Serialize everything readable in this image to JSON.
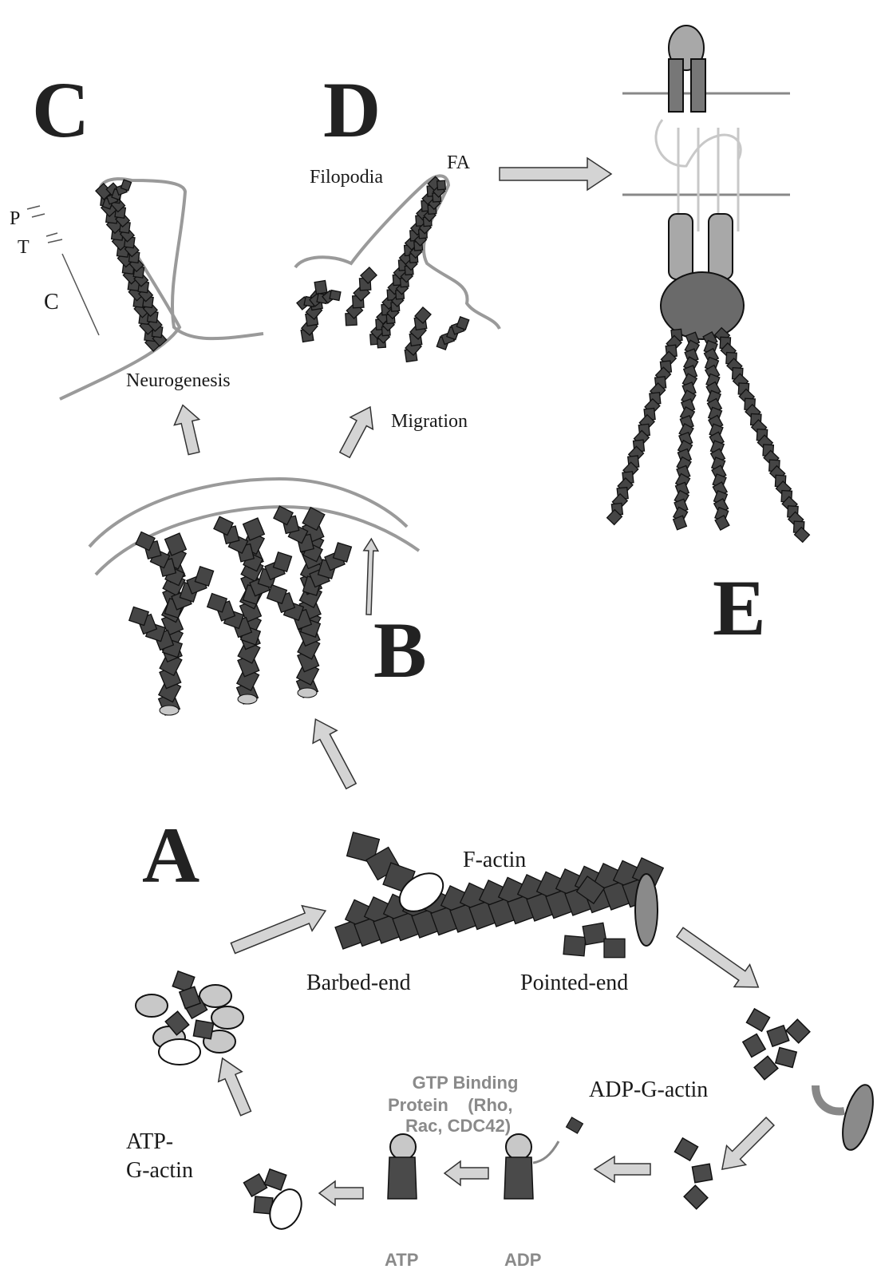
{
  "panels": {
    "A": "A",
    "B": "B",
    "C": "C",
    "D": "D",
    "E": "E"
  },
  "panel_c": {
    "p": "P",
    "t": "T",
    "c": "C",
    "neurogenesis": "Neurogenesis"
  },
  "panel_d": {
    "filopodia": "Filopodia",
    "fa": "FA",
    "migration": "Migration"
  },
  "panel_a": {
    "f_actin": "F-actin",
    "barbed_end": "Barbed-end",
    "pointed_end": "Pointed-end",
    "adp_g_actin": "ADP-G-actin",
    "atp_g_actin_1": "ATP-",
    "atp_g_actin_2": "G-actin",
    "gtp_line1": "GTP Binding",
    "gtp_line2": "Protein    (Rho,",
    "gtp_line3": "Rac, CDC42)",
    "atp": "ATP",
    "adp": "ADP"
  },
  "colors": {
    "actin": "#4a4a4a",
    "arrow": "#d4d4d4",
    "membrane": "#9a9a9a",
    "ellipse": "#c8c8c8"
  }
}
